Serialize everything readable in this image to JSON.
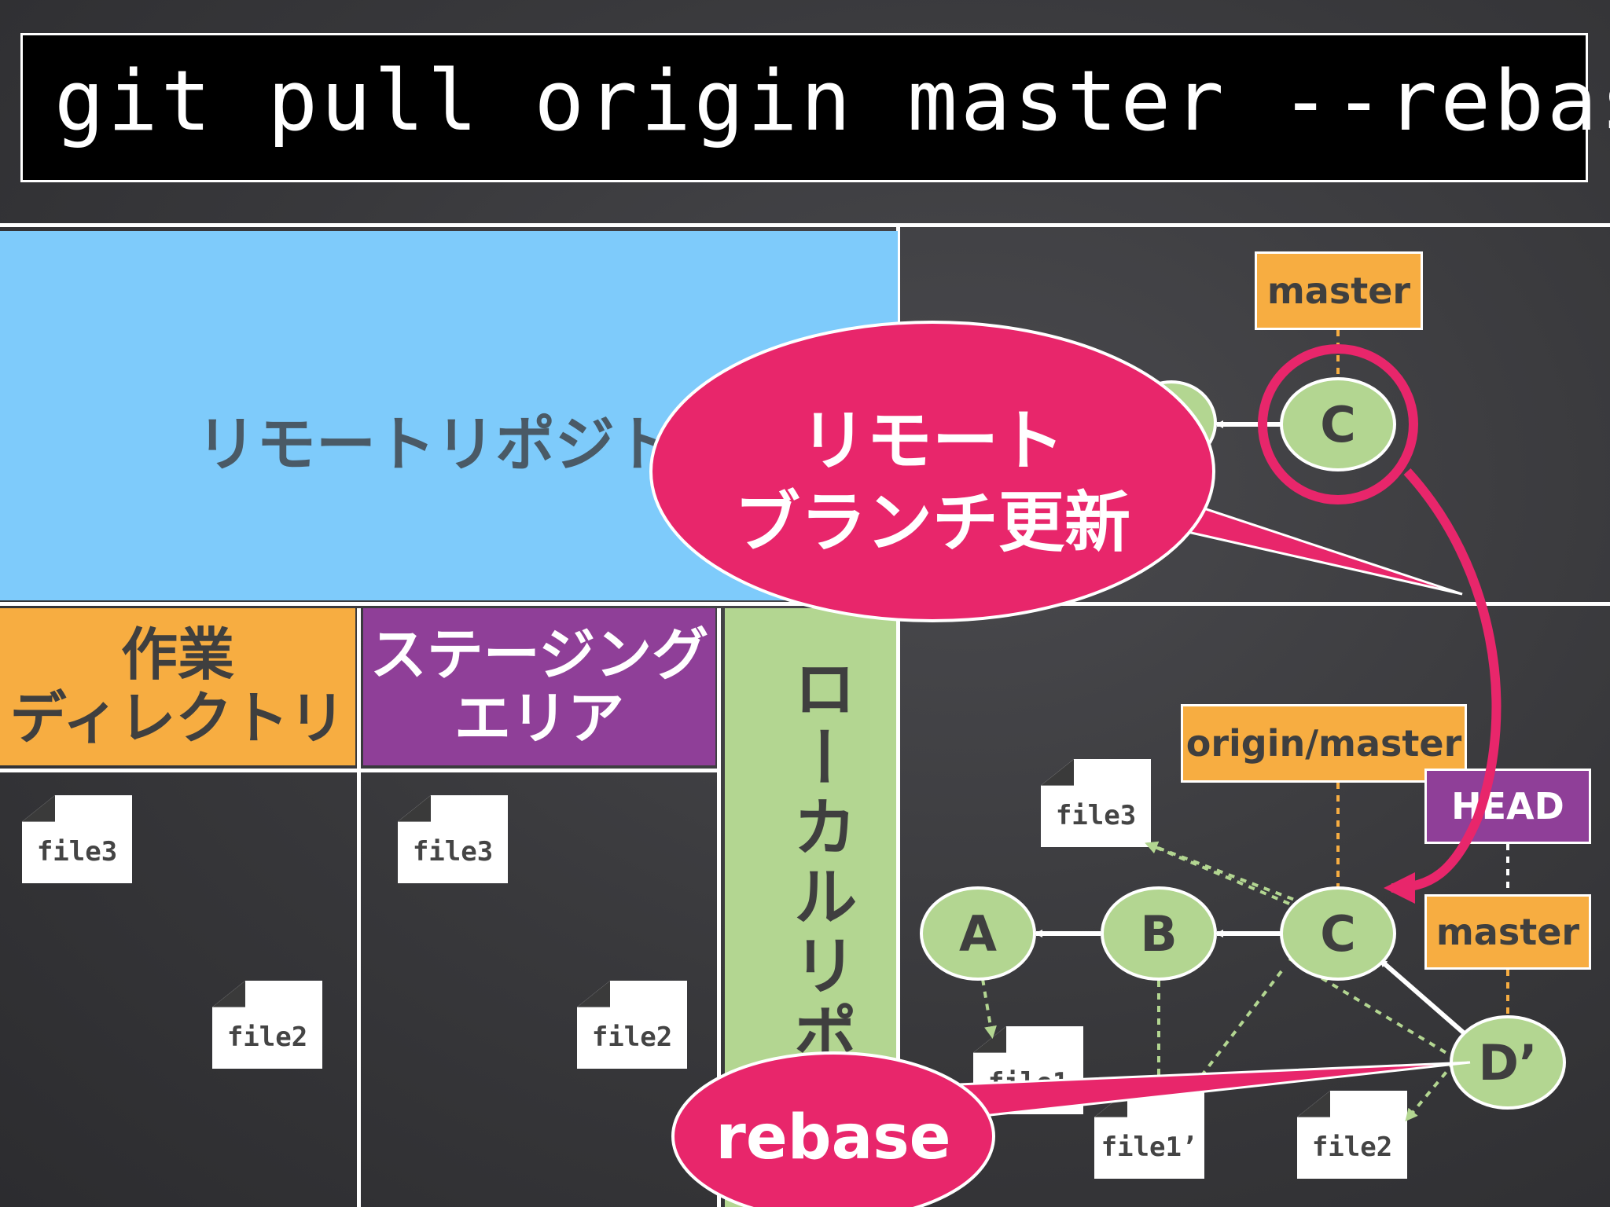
{
  "title": "git pull origin master --rebase",
  "areas": {
    "remote": "リモートリポジトリ",
    "work_line1": "作業",
    "work_line2": "ディレクトリ",
    "staging_line1": "ステージング",
    "staging_line2": "エリア",
    "local": "ローカルリポジ"
  },
  "files": {
    "work": [
      "file3",
      "file2"
    ],
    "staging": [
      "file3",
      "file2"
    ],
    "local": [
      "file3",
      "file1",
      "file1’",
      "file2"
    ]
  },
  "remote_graph": {
    "node": "C",
    "tag": "master"
  },
  "local_graph": {
    "nodes": [
      "A",
      "B",
      "C",
      "D’"
    ],
    "tags": {
      "origin_master": "origin/master",
      "head": "HEAD",
      "master": "master"
    }
  },
  "callouts": {
    "update_line1": "リモート",
    "update_line2": "ブランチ更新",
    "rebase": "rebase"
  },
  "colors": {
    "node_fill": "#b3d691",
    "callout": "#e8266b",
    "orange": "#f7ad41",
    "purple": "#8f3f98",
    "remote_bg": "#7ecbfb"
  }
}
